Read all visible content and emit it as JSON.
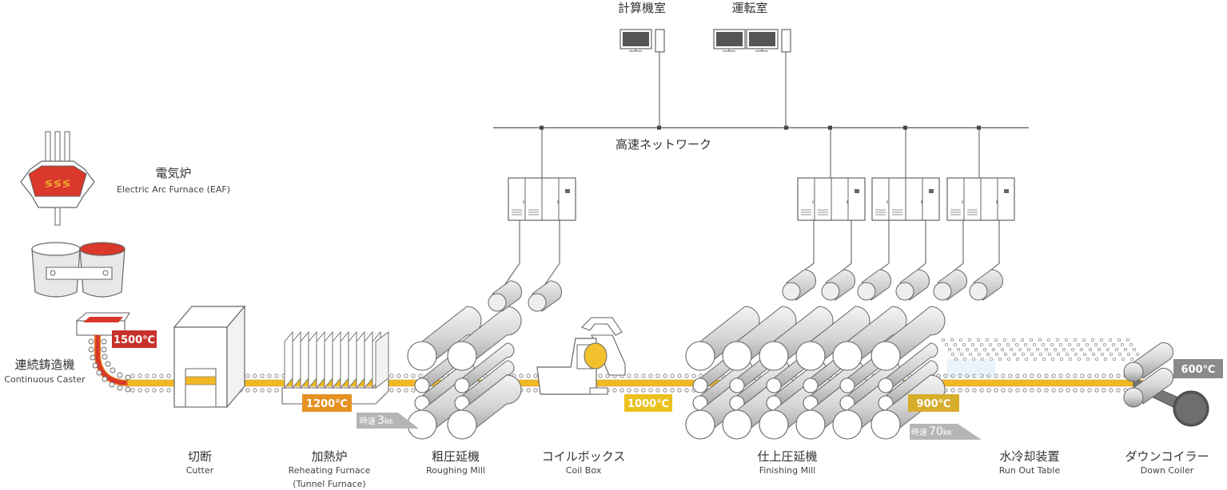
{
  "control_room": {
    "computer_room": "計算機室",
    "operation_room": "運転室",
    "network": "高速ネットワーク"
  },
  "equipment": {
    "eaf": {
      "jp": "電気炉",
      "en": "Electric Arc Furnace (EAF)"
    },
    "caster": {
      "jp": "連続鋳造機",
      "en": "Continuous Caster"
    },
    "cutter": {
      "jp": "切断",
      "en": "Cutter"
    },
    "reheating": {
      "jp": "加熱炉",
      "en": "Reheating Furnace",
      "en2": "(Tunnel Furnace)"
    },
    "roughing": {
      "jp": "粗圧延機",
      "en": "Roughing Mill"
    },
    "coilbox": {
      "jp": "コイルボックス",
      "en": "Coil Box"
    },
    "finishing": {
      "jp": "仕上圧延機",
      "en": "Finishing Mill"
    },
    "runout": {
      "jp": "水冷却装置",
      "en": "Run Out Table"
    },
    "coiler": {
      "jp": "ダウンコイラー",
      "en": "Down Coiler"
    }
  },
  "temperatures": {
    "t1500": "1500℃",
    "t1200": "1200℃",
    "t1000": "1000℃",
    "t900": "900℃",
    "t600": "600℃"
  },
  "speeds": {
    "s1_prefix": "時速",
    "s1_value": "3",
    "s1_unit": "㎞",
    "s2_prefix": "時速",
    "s2_value": "70",
    "s2_unit": "㎞"
  },
  "colors": {
    "molten_red": "#d9382a",
    "hot_orange": "#e8791e",
    "slab_yellow": "#f2b824",
    "temp_1500": "#c8322b",
    "temp_1200": "#e69020",
    "temp_1000": "#ecc11d",
    "temp_900": "#d7ac29",
    "temp_600": "#8a8a8a",
    "line_gray": "#555555",
    "equipment_fill": "#ffffff",
    "equipment_stroke": "#777777"
  }
}
